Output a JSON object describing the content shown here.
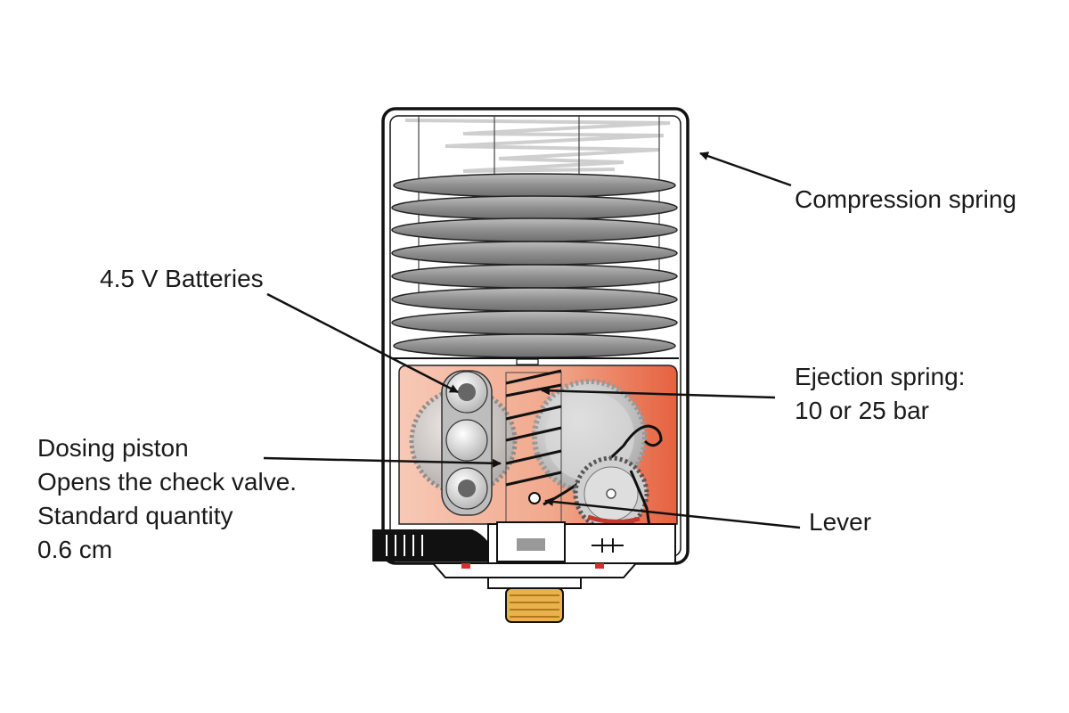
{
  "labels": {
    "compression_spring": "Compression spring",
    "batteries": "4.5 V Batteries",
    "ejection_spring_line1": "Ejection spring:",
    "ejection_spring_line2": "10 or 25 bar",
    "dosing_piston_line1": "Dosing piston",
    "dosing_piston_line2": "Opens the check valve.",
    "dosing_piston_line3": "Standard quantity",
    "dosing_piston_line4": "0.6 cm",
    "lever": "Lever"
  },
  "colors": {
    "outline": "#111111",
    "bellows": "#9a9a9a",
    "chamber": "#e8795d",
    "thread": "#e8b64c"
  }
}
